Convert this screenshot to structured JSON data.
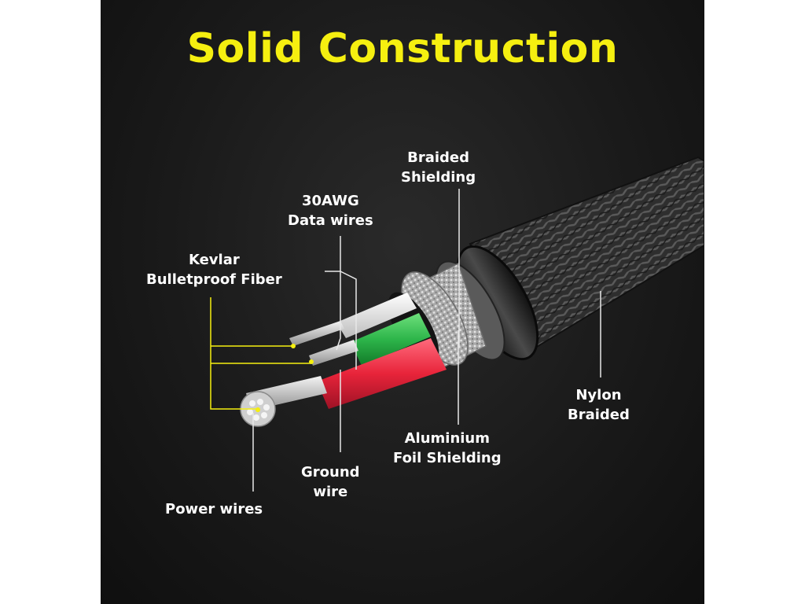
{
  "title": "Solid Construction",
  "labels": {
    "braided_shielding": [
      "Braided",
      "Shielding"
    ],
    "data_wires": [
      "30AWG",
      "Data wires"
    ],
    "kevlar": "Kevlar",
    "kevlar_sub": "Bulletproof Fiber",
    "nylon_braided": [
      "Nylon",
      "Braided"
    ],
    "aluminium_foil": [
      "Aluminium",
      "Foil Shielding"
    ],
    "ground_wire": [
      "Ground",
      "wire"
    ],
    "power_wires": "Power wires"
  },
  "colors": {
    "accent": "#f5ef10",
    "background": "#1a1a1a",
    "label_text": "#ffffff",
    "green_wire": "#2db54a",
    "red_wire": "#e8243a",
    "white_wire": "#f2f2f2",
    "foil": "#b8b8b8",
    "braid": "#3a3a3a"
  }
}
